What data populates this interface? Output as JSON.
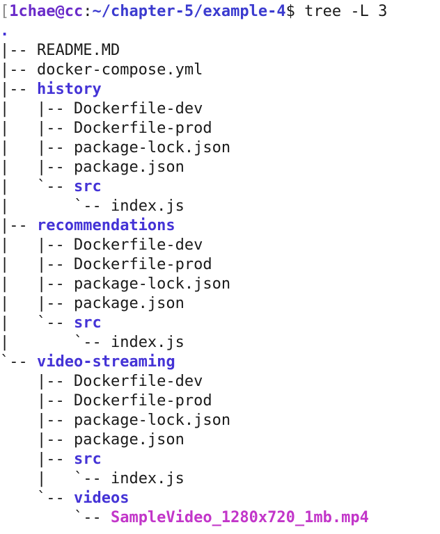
{
  "prompt": {
    "bracket": "[",
    "user": "1chae@cc",
    "separator": ":",
    "path": "~/chapter-5/example-4",
    "symbol": "$",
    "command": " tree -L 3"
  },
  "tree": [
    {
      "prefix": "",
      "name": ".",
      "kind": "root"
    },
    {
      "prefix": "|-- ",
      "name": "README.MD",
      "kind": "file"
    },
    {
      "prefix": "|-- ",
      "name": "docker-compose.yml",
      "kind": "file"
    },
    {
      "prefix": "|-- ",
      "name": "history",
      "kind": "dir"
    },
    {
      "prefix": "|   |-- ",
      "name": "Dockerfile-dev",
      "kind": "file"
    },
    {
      "prefix": "|   |-- ",
      "name": "Dockerfile-prod",
      "kind": "file"
    },
    {
      "prefix": "|   |-- ",
      "name": "package-lock.json",
      "kind": "file"
    },
    {
      "prefix": "|   |-- ",
      "name": "package.json",
      "kind": "file"
    },
    {
      "prefix": "|   `-- ",
      "name": "src",
      "kind": "dir"
    },
    {
      "prefix": "|       `-- ",
      "name": "index.js",
      "kind": "file"
    },
    {
      "prefix": "|-- ",
      "name": "recommendations",
      "kind": "dir"
    },
    {
      "prefix": "|   |-- ",
      "name": "Dockerfile-dev",
      "kind": "file"
    },
    {
      "prefix": "|   |-- ",
      "name": "Dockerfile-prod",
      "kind": "file"
    },
    {
      "prefix": "|   |-- ",
      "name": "package-lock.json",
      "kind": "file"
    },
    {
      "prefix": "|   |-- ",
      "name": "package.json",
      "kind": "file"
    },
    {
      "prefix": "|   `-- ",
      "name": "src",
      "kind": "dir"
    },
    {
      "prefix": "|       `-- ",
      "name": "index.js",
      "kind": "file"
    },
    {
      "prefix": "`-- ",
      "name": "video-streaming",
      "kind": "dir"
    },
    {
      "prefix": "    |-- ",
      "name": "Dockerfile-dev",
      "kind": "file"
    },
    {
      "prefix": "    |-- ",
      "name": "Dockerfile-prod",
      "kind": "file"
    },
    {
      "prefix": "    |-- ",
      "name": "package-lock.json",
      "kind": "file"
    },
    {
      "prefix": "    |-- ",
      "name": "package.json",
      "kind": "file"
    },
    {
      "prefix": "    |-- ",
      "name": "src",
      "kind": "dir"
    },
    {
      "prefix": "    |   `-- ",
      "name": "index.js",
      "kind": "file"
    },
    {
      "prefix": "    `-- ",
      "name": "videos",
      "kind": "dir"
    },
    {
      "prefix": "        `-- ",
      "name": "SampleVideo_1280x720_1mb.mp4",
      "kind": "media"
    }
  ],
  "colors": {
    "user": "#6a2bc9",
    "path": "#3b3bcf",
    "directory": "#4433d6",
    "media_file": "#c236c9",
    "text": "#1a1a1a",
    "background": "#ffffff"
  }
}
